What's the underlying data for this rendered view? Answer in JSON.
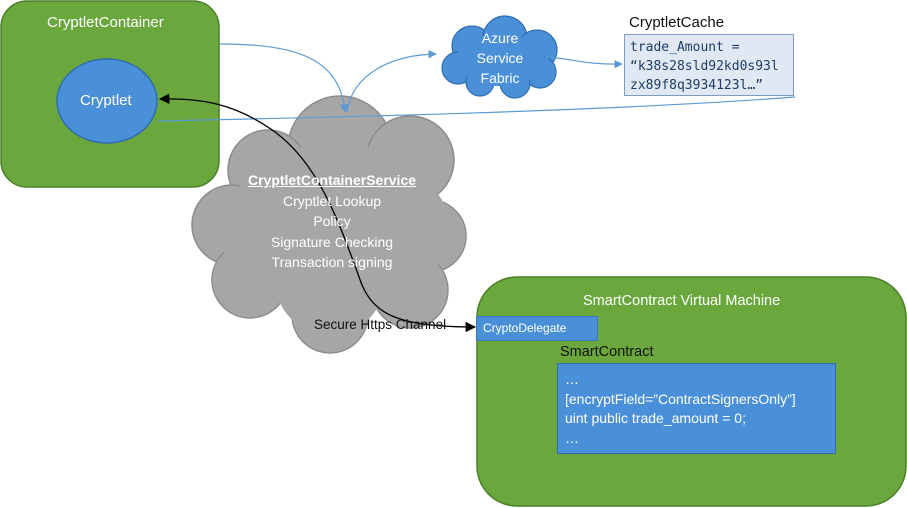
{
  "cryptlet_container": {
    "title": "CryptletContainer",
    "cryptlet_label": "Cryptlet"
  },
  "azure_fabric": {
    "lines": [
      "Azure",
      "Service",
      "Fabric"
    ]
  },
  "cryptlet_cache": {
    "title": "CryptletCache",
    "lines": [
      "trade_Amount =",
      "“k38s28sld92kd0s93l",
      "zx89f8q3934123l…”"
    ]
  },
  "container_service": {
    "title": "CryptletContainerService",
    "lines": [
      "Cryptlet Lookup",
      "Policy",
      "Signature Checking",
      "Transaction signing"
    ]
  },
  "channel_label": "Secure Https Channel",
  "smart_contract_vm": {
    "title": "SmartContract Virtual Machine",
    "crypto_delegate": "CryptoDelegate",
    "smart_contract_title": "SmartContract",
    "code_lines": [
      "…",
      "[encryptField=”ContractSignersOnly”]",
      "uint public trade_amount = 0;",
      "…"
    ]
  },
  "colors": {
    "container_green": "#6aa83d",
    "container_border": "#4d7f2a",
    "cryptlet_blue": "#4a90d9",
    "cloud_gray": "#a6a6a6",
    "cloud_border": "#8c8c8c",
    "arrow_blue": "#5b9bd5",
    "cache_fill": "#dfe8f3"
  }
}
